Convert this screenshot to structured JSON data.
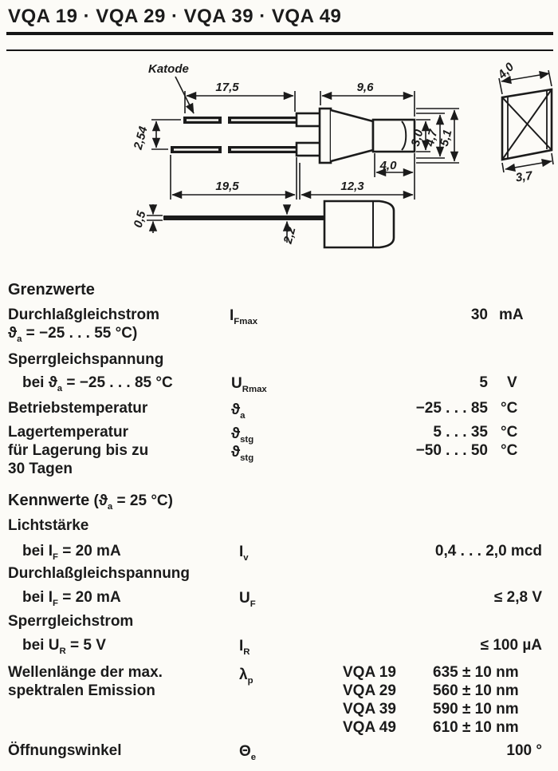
{
  "page": {
    "title": "VQA 19 · VQA 29 · VQA 39 · VQA 49"
  },
  "drawing": {
    "katode": "Katode",
    "dim_17_5": "17,5",
    "dim_9_6": "9,6",
    "dim_4_0_end": "4,0",
    "dim_2_54": "2,54",
    "dim_3_0": "3,0",
    "dim_4_7": "4,7",
    "dim_5_1": "5,1",
    "dim_4_0_tip": "4,0",
    "dim_19_5": "19,5",
    "dim_12_3": "12,3",
    "dim_3_7": "3,7",
    "dim_0_5": "0,5",
    "dim_2_2": "2,2"
  },
  "grenzwerte": {
    "heading": "Grenzwerte",
    "row1": {
      "label": "Durchlaßgleichstrom",
      "cond": {
        "pre": "",
        "base": "ϑ",
        "sub": "a",
        "post": " = −25 . . . 55 °C)"
      },
      "symbol": {
        "base": "I",
        "sub": "Fmax"
      },
      "value": "30",
      "unit": "mA"
    },
    "row2": {
      "label": "Sperrgleichspannung",
      "cond": {
        "pre": "bei ",
        "base": "ϑ",
        "sub": "a",
        "post": " = −25 . . . 85 °C"
      },
      "symbol": {
        "base": "U",
        "sub": "Rmax"
      },
      "value": "5",
      "unit": "V"
    },
    "row3": {
      "label": "Betriebstemperatur",
      "symbol": {
        "base": "ϑ",
        "sub": "a"
      },
      "value": "−25 . . . 85",
      "unit": "°C"
    },
    "row4": {
      "label": "Lagertemperatur",
      "symbol": {
        "base": "ϑ",
        "sub": "stg"
      },
      "value": "5 . . . 35",
      "unit": "°C"
    },
    "row5": {
      "label": "für Lagerung bis zu",
      "label2": "30 Tagen",
      "symbol": {
        "base": "ϑ",
        "sub": "stg"
      },
      "value": "−50 . . . 50",
      "unit": "°C"
    }
  },
  "kennwerte": {
    "heading": "Kennwerte",
    "heading_cond": {
      "pre": " (",
      "base": "ϑ",
      "sub": "a",
      "post": " = 25 °C)"
    },
    "lichtstaerke": {
      "label": "Lichtstärke",
      "cond": {
        "pre": "bei ",
        "base": "I",
        "sub": "F",
        "post": " = 20 mA"
      },
      "symbol": {
        "base": "I",
        "sub": "v"
      },
      "value": "0,4 . . . 2,0 mcd"
    },
    "durchlassspannung": {
      "label": "Durchlaßgleichspannung",
      "cond": {
        "pre": "bei ",
        "base": "I",
        "sub": "F",
        "post": " = 20 mA"
      },
      "symbol": {
        "base": "U",
        "sub": "F"
      },
      "value": "≤ 2,8 V"
    },
    "sperrstrom": {
      "label": "Sperrgleichstrom",
      "cond": {
        "pre": "bei ",
        "base": "U",
        "sub": "R",
        "post": " = 5 V"
      },
      "symbol": {
        "base": "I",
        "sub": "R"
      },
      "value": "≤ 100 µA"
    },
    "wellenlaenge": {
      "label": "Wellenlänge der max.",
      "label2": "spektralen Emission",
      "symbol": {
        "base": "λ",
        "sub": "p"
      },
      "variants": [
        {
          "type": "VQA 19",
          "value": "635 ± 10 nm"
        },
        {
          "type": "VQA 29",
          "value": "560 ± 10 nm"
        },
        {
          "type": "VQA 39",
          "value": "590 ± 10 nm"
        },
        {
          "type": "VQA 49",
          "value": "610 ± 10 nm"
        }
      ]
    },
    "oeffnungswinkel": {
      "label": "Öffnungswinkel",
      "symbol": {
        "base": "Θ",
        "sub": "e"
      },
      "value": "100 °"
    }
  }
}
